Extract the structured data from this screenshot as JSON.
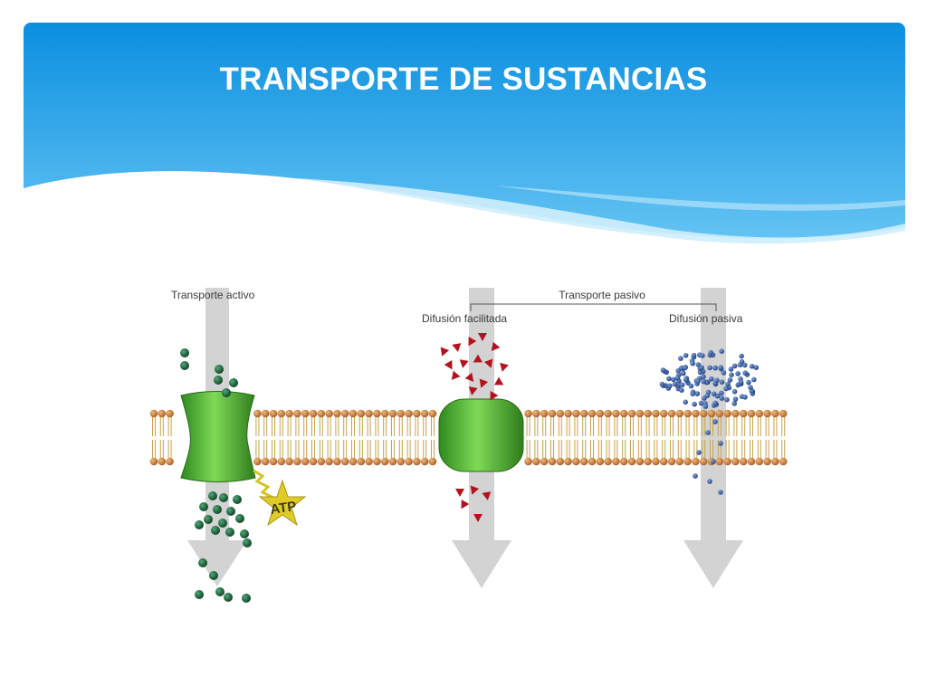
{
  "slide": {
    "title": "TRANSPORTE DE SUSTANCIAS"
  },
  "diagram": {
    "labels": {
      "active": "Transporte activo",
      "passive": "Transporte pasivo",
      "facilitated": "Difusión facilitada",
      "simple": "Difusión pasiva",
      "atp": "ATP"
    }
  },
  "colors": {
    "header_dark": "#0a8fdf",
    "header_light": "#6cc8f5",
    "active_molecule": "#1f5f3a",
    "facilitated_molecule": "#b4121e",
    "passive_molecule": "#3d5f9e",
    "protein": "#5fbf3a",
    "atp_star": "#e0cc28",
    "arrow": "#d3d3d3",
    "lipid_head": "#d18a46"
  }
}
